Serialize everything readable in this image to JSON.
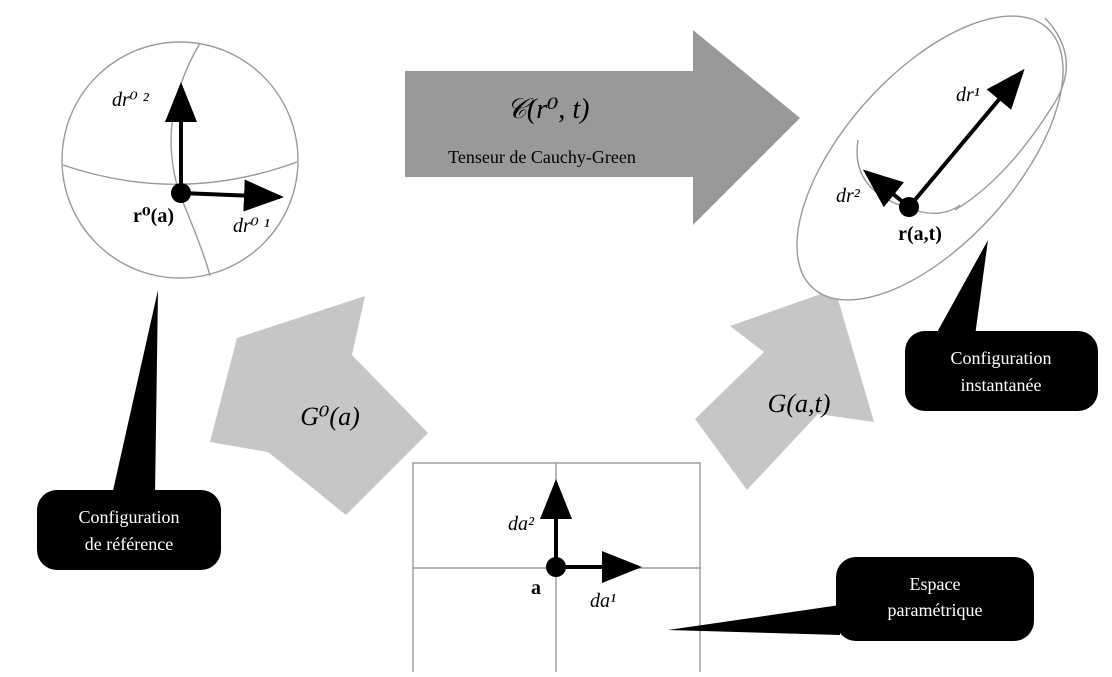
{
  "top_arrow": {
    "formula": "𝒞(r⁰, t)",
    "caption": "Tenseur de Cauchy-Green"
  },
  "left_arrow": {
    "formula": "G⁰(a)"
  },
  "right_arrow": {
    "formula": "G(a,t)"
  },
  "reference": {
    "vec1": "dr⁰ ¹",
    "vec2": "dr⁰ ²",
    "point": "r⁰(a)",
    "callout": [
      "Configuration",
      "de référence"
    ]
  },
  "current": {
    "vec1": "dr¹",
    "vec2": "dr²",
    "point": "r(a,t)",
    "callout": [
      "Configuration",
      "instantanée"
    ]
  },
  "parametric": {
    "vec1": "da¹",
    "vec2": "da²",
    "point": "a",
    "callout": [
      "Espace",
      "paramétrique"
    ]
  },
  "colors": {
    "dark_arrow": "#999999",
    "light_arrow": "#c6c6c6",
    "outline": "#9a9a9a",
    "callout": "#000000"
  }
}
